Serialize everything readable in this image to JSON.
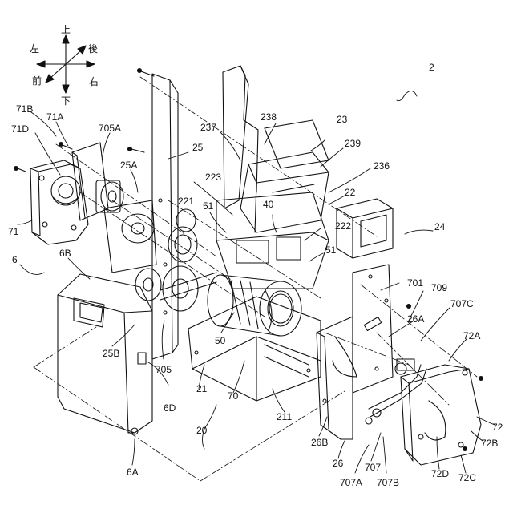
{
  "compass": {
    "up": "上",
    "down": "下",
    "left": "左",
    "right": "右",
    "front": "前",
    "back": "後"
  },
  "labels": {
    "l2": "2",
    "l23": "23",
    "l238": "238",
    "l237": "237",
    "l239": "239",
    "l236": "236",
    "l25": "25",
    "l25A": "25A",
    "l705A": "705A",
    "l71A": "71A",
    "l71B": "71B",
    "l71D": "71D",
    "l71": "71",
    "l223": "223",
    "l40": "40",
    "l22": "22",
    "l221": "221",
    "l51a": "51",
    "l222": "222",
    "l24": "24",
    "l51b": "51",
    "l6": "6",
    "l6B": "6B",
    "l701": "701",
    "l709": "709",
    "l707C": "707C",
    "l26A": "26A",
    "l72A": "72A",
    "l50": "50",
    "l25B": "25B",
    "l705": "705",
    "l6D": "6D",
    "l21": "21",
    "l70": "70",
    "l211": "211",
    "l20": "20",
    "l26B": "26B",
    "l26": "26",
    "l707": "707",
    "l707A": "707A",
    "l707B": "707B",
    "l72D": "72D",
    "l72C": "72C",
    "l72B": "72B",
    "l72": "72",
    "l6A": "6A"
  }
}
